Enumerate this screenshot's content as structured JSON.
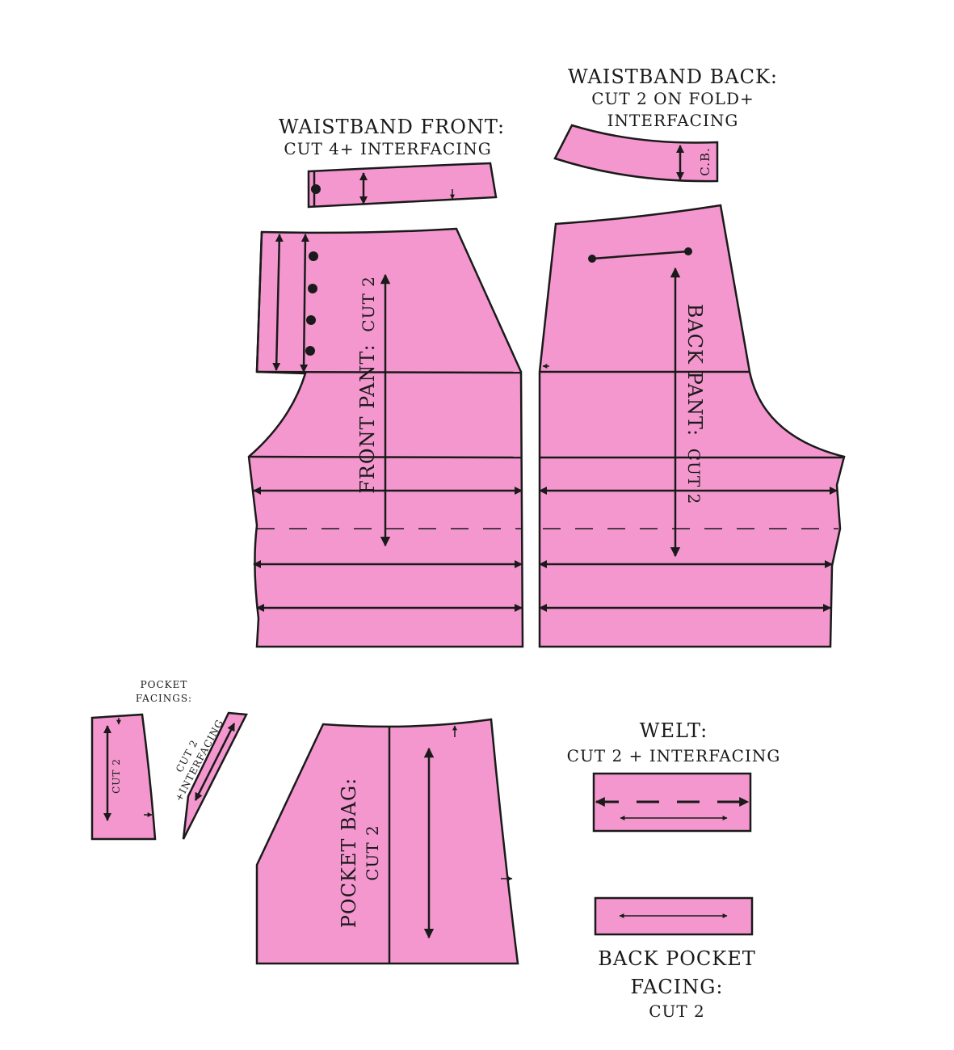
{
  "labels": {
    "waistband_back_title": "WAISTBAND BACK:",
    "waistband_back_line1": "CUT 2 ON FOLD+",
    "waistband_back_line2": "INTERFACING",
    "waistband_back_cb": "C.B.",
    "waistband_front_title": "WAISTBAND FRONT:",
    "waistband_front_cut": "CUT 4+ INTERFACING",
    "front_pant_title": "FRONT PANT:",
    "front_pant_cut": "CUT 2",
    "back_pant_title": "BACK PANT:",
    "back_pant_cut": "CUT 2",
    "pocket_facings_line1": "POCKET",
    "pocket_facings_line2": "FACINGS:",
    "pocket_facing_cut": "CUT 2",
    "pocket_facing2_line1": "CUT 2",
    "pocket_facing2_line2": "+INTERFACING",
    "pocket_bag_title": "POCKET BAG:",
    "pocket_bag_cut": "CUT 2",
    "welt_title": "WELT:",
    "welt_cut": "CUT 2 + INTERFACING",
    "back_pocket_facing_line1": "BACK POCKET",
    "back_pocket_facing_line2": "FACING:",
    "back_pocket_facing_cut": "CUT 2"
  },
  "colors": {
    "fabric": "#f497cf",
    "outline": "#1a1a1a"
  }
}
